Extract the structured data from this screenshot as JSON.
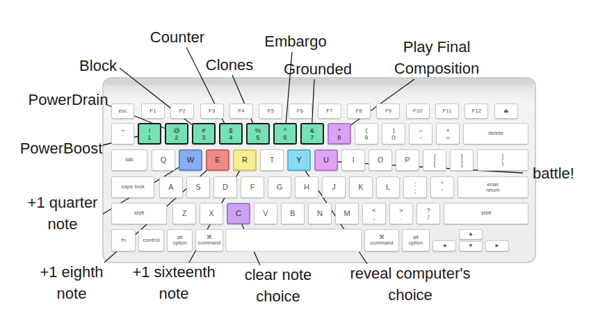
{
  "diagram": {
    "nodes": [
      {
        "text": [
          "esc"
        ]
      },
      {
        "text": [
          "F1"
        ]
      },
      {
        "text": [
          "F2"
        ]
      },
      {
        "text": [
          "F3"
        ]
      },
      {
        "text": [
          "F4"
        ]
      },
      {
        "text": [
          "F5"
        ]
      },
      {
        "text": [
          "F6"
        ]
      },
      {
        "text": [
          "F7"
        ]
      },
      {
        "text": [
          "F8"
        ]
      },
      {
        "text": [
          "F9"
        ]
      },
      {
        "text": [
          "F10"
        ]
      },
      {
        "text": [
          "F11"
        ]
      },
      {
        "text": [
          "F12"
        ]
      },
      {
        "text": [
          "⏏"
        ]
      },
      {
        "text": [
          "~",
          "`"
        ]
      },
      {
        "text": [
          "!",
          "1"
        ]
      },
      {
        "text": [
          "@",
          "2"
        ]
      },
      {
        "text": [
          "#",
          "3"
        ]
      },
      {
        "text": [
          "$",
          "4"
        ]
      },
      {
        "text": [
          "%",
          "5"
        ]
      },
      {
        "text": [
          "^",
          "6"
        ]
      },
      {
        "text": [
          "&",
          "7"
        ]
      },
      {
        "text": [
          "*",
          "8"
        ]
      },
      {
        "text": [
          "(",
          "9"
        ]
      },
      {
        "text": [
          ")",
          "0"
        ]
      },
      {
        "text": [
          "–",
          "-"
        ]
      },
      {
        "text": [
          "+",
          "="
        ]
      },
      {
        "text": [
          "delete"
        ]
      },
      {
        "text": [
          "tab"
        ]
      },
      {
        "text": [
          "Q"
        ]
      },
      {
        "text": [
          "W"
        ]
      },
      {
        "text": [
          "E"
        ]
      },
      {
        "text": [
          "R"
        ]
      },
      {
        "text": [
          "T"
        ]
      },
      {
        "text": [
          "Y"
        ]
      },
      {
        "text": [
          "U"
        ]
      },
      {
        "text": [
          "I"
        ]
      },
      {
        "text": [
          "O"
        ]
      },
      {
        "text": [
          "P"
        ]
      },
      {
        "text": [
          "{",
          "["
        ]
      },
      {
        "text": [
          "}",
          "]"
        ]
      },
      {
        "text": [
          "|",
          "\\"
        ]
      },
      {
        "text": [
          "caps lock"
        ]
      },
      {
        "text": [
          "A"
        ]
      },
      {
        "text": [
          "S"
        ]
      },
      {
        "text": [
          "D"
        ]
      },
      {
        "text": [
          "F"
        ]
      },
      {
        "text": [
          "G"
        ]
      },
      {
        "text": [
          "H"
        ]
      },
      {
        "text": [
          "J"
        ]
      },
      {
        "text": [
          "K"
        ]
      },
      {
        "text": [
          "L"
        ]
      },
      {
        "text": [
          ":",
          ";"
        ]
      },
      {
        "text": [
          "\"",
          "'"
        ]
      },
      {
        "text": [
          "enter",
          "return"
        ]
      },
      {
        "text": [
          "shift"
        ]
      },
      {
        "text": [
          "Z"
        ]
      },
      {
        "text": [
          "X"
        ]
      },
      {
        "text": [
          "C"
        ]
      },
      {
        "text": [
          "V"
        ]
      },
      {
        "text": [
          "B"
        ]
      },
      {
        "text": [
          "N"
        ]
      },
      {
        "text": [
          "M"
        ]
      },
      {
        "text": [
          "<",
          ","
        ]
      },
      {
        "text": [
          ">",
          "."
        ]
      },
      {
        "text": [
          "?",
          "/"
        ]
      },
      {
        "text": [
          "shift"
        ]
      },
      {
        "text": [
          "fn"
        ]
      },
      {
        "text": [
          "control"
        ]
      },
      {
        "text": [
          "alt",
          "option"
        ]
      },
      {
        "text": [
          "⌘",
          "command"
        ]
      },
      {
        "text": [
          "⌘",
          "command"
        ]
      },
      {
        "text": [
          "alt",
          "option"
        ]
      },
      {
        "text": [
          "◄"
        ]
      },
      {
        "text": [
          "▲"
        ]
      },
      {
        "text": [
          "▼"
        ]
      },
      {
        "text": [
          "►"
        ]
      }
    ],
    "labels": [
      "Counter",
      "Embargo",
      "Block",
      "Clones",
      "Grounded",
      "Play Final Composition",
      "PowerDrain",
      "PowerBoost",
      "battle!",
      "+1 quarter note",
      "+1 eighth note",
      "+1 sixteenth note",
      "clear note choice",
      "reveal computer's choice"
    ]
  }
}
